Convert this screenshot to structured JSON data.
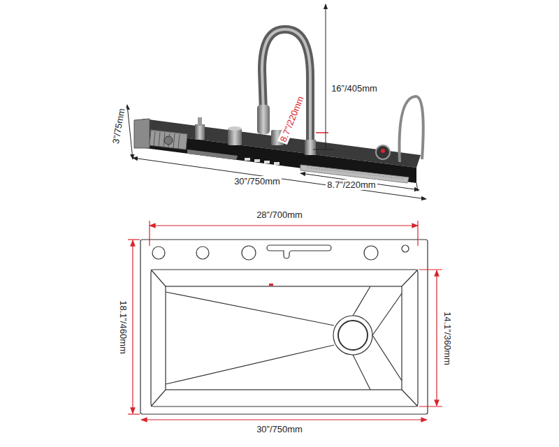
{
  "diagram": {
    "labels": [
      "3”/75mm",
      "8.7”/220mm",
      "16”/405mm",
      "30”/750mm",
      "8.7”/220mm",
      "28”/700mm",
      "18.1”/460mm",
      "14.1”/360mm",
      "30”/750mm"
    ]
  }
}
